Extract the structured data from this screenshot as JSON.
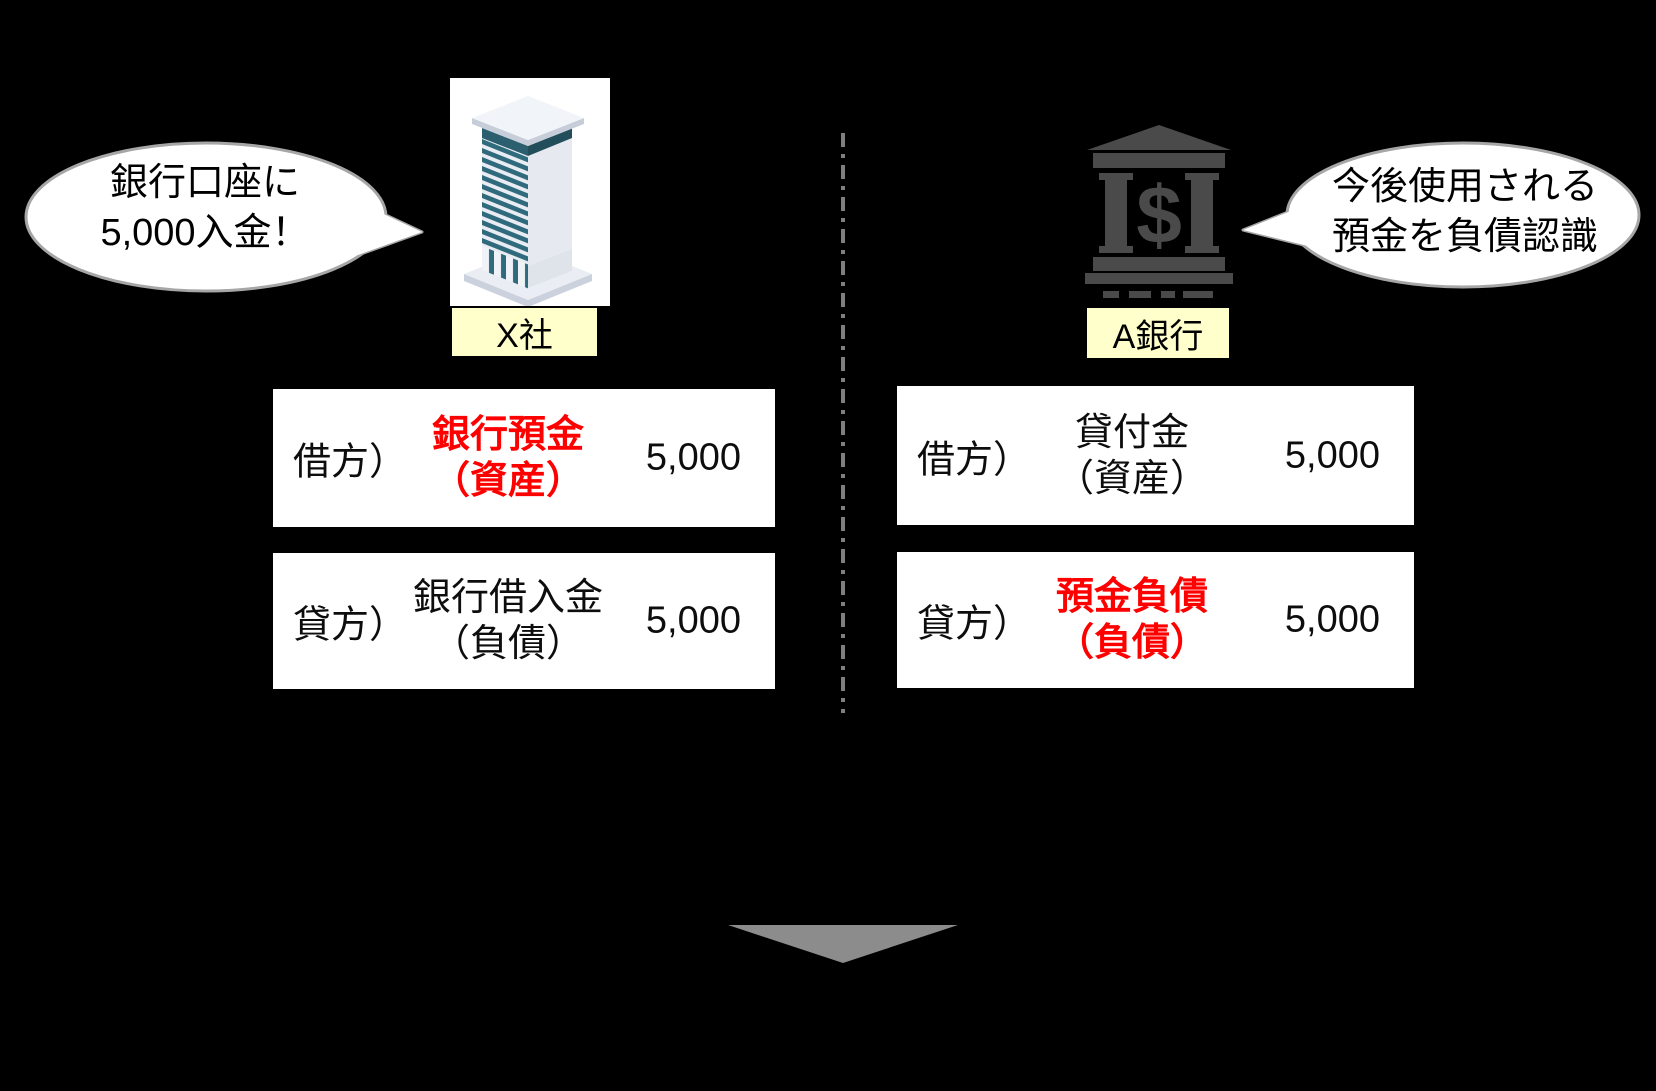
{
  "diagram": {
    "left_bubble": {
      "line1": "銀行口座に",
      "line2": "5,000入金！"
    },
    "company": {
      "label": "X社"
    },
    "bank": {
      "label": "A銀行",
      "symbol": "$"
    },
    "right_bubble": {
      "line1": "今後使用される",
      "line2": "預金を負債認識"
    },
    "entries": {
      "company_debit": {
        "side": "借方）",
        "account": "銀行預金",
        "category": "（資産）",
        "amount": "5,000"
      },
      "company_credit": {
        "side": "貸方）",
        "account": "銀行借入金",
        "category": "（負債）",
        "amount": "5,000"
      },
      "bank_debit": {
        "side": "借方）",
        "account": "貸付金",
        "category": "（資産）",
        "amount": "5,000"
      },
      "bank_credit": {
        "side": "貸方）",
        "account": "預金負債",
        "category": "（負債）",
        "amount": "5,000"
      }
    },
    "colors": {
      "background": "#000000",
      "highlight_text": "#FF0000",
      "label_background": "#FFFFCC",
      "bubble_border": "#A6A6A6",
      "divider": "#7F7F7F",
      "arrow": "#8C8C8C",
      "bank_icon": "#4A4A4A"
    }
  }
}
